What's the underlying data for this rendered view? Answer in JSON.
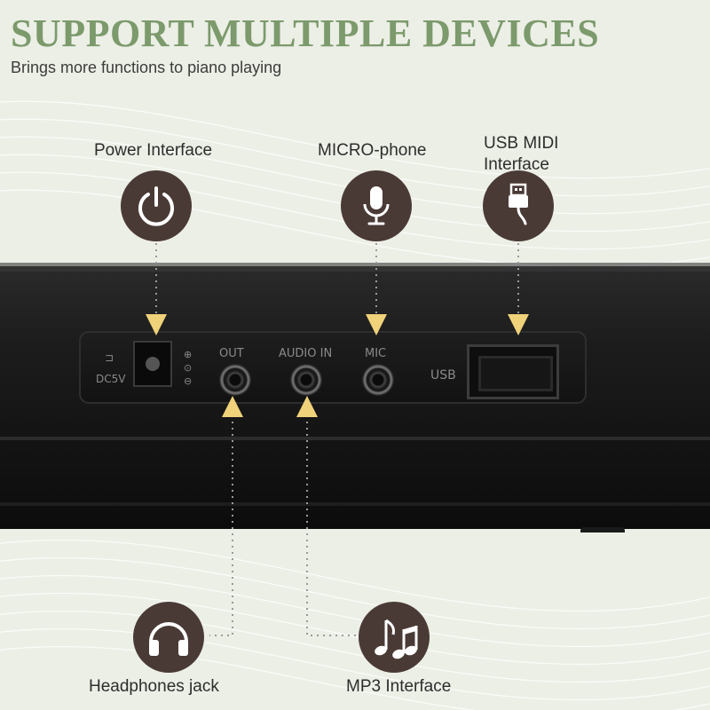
{
  "header": {
    "title": "SUPPORT MULTIPLE DEVICES",
    "subtitle": "Brings more functions to piano playing"
  },
  "features": {
    "power": {
      "label": "Power Interface",
      "icon": "power-icon"
    },
    "mic": {
      "label": "MICRO-phone",
      "icon": "microphone-icon"
    },
    "usb": {
      "label_line1": "USB MIDI",
      "label_line2": "Interface",
      "icon": "usb-plug-icon"
    },
    "headphones": {
      "label": "Headphones jack",
      "icon": "headphones-icon"
    },
    "mp3": {
      "label": "MP3 Interface",
      "icon": "music-notes-icon"
    }
  },
  "panel": {
    "dc_label": "DC5V",
    "out_label": "OUT",
    "audio_in_label": "AUDIO IN",
    "mic_label": "MIC",
    "usb_label": "USB"
  },
  "colors": {
    "title": "#7c9a6c",
    "icon_circle": "#4a3a36",
    "arrow": "#f0d27a",
    "background": "#ecefe6"
  }
}
